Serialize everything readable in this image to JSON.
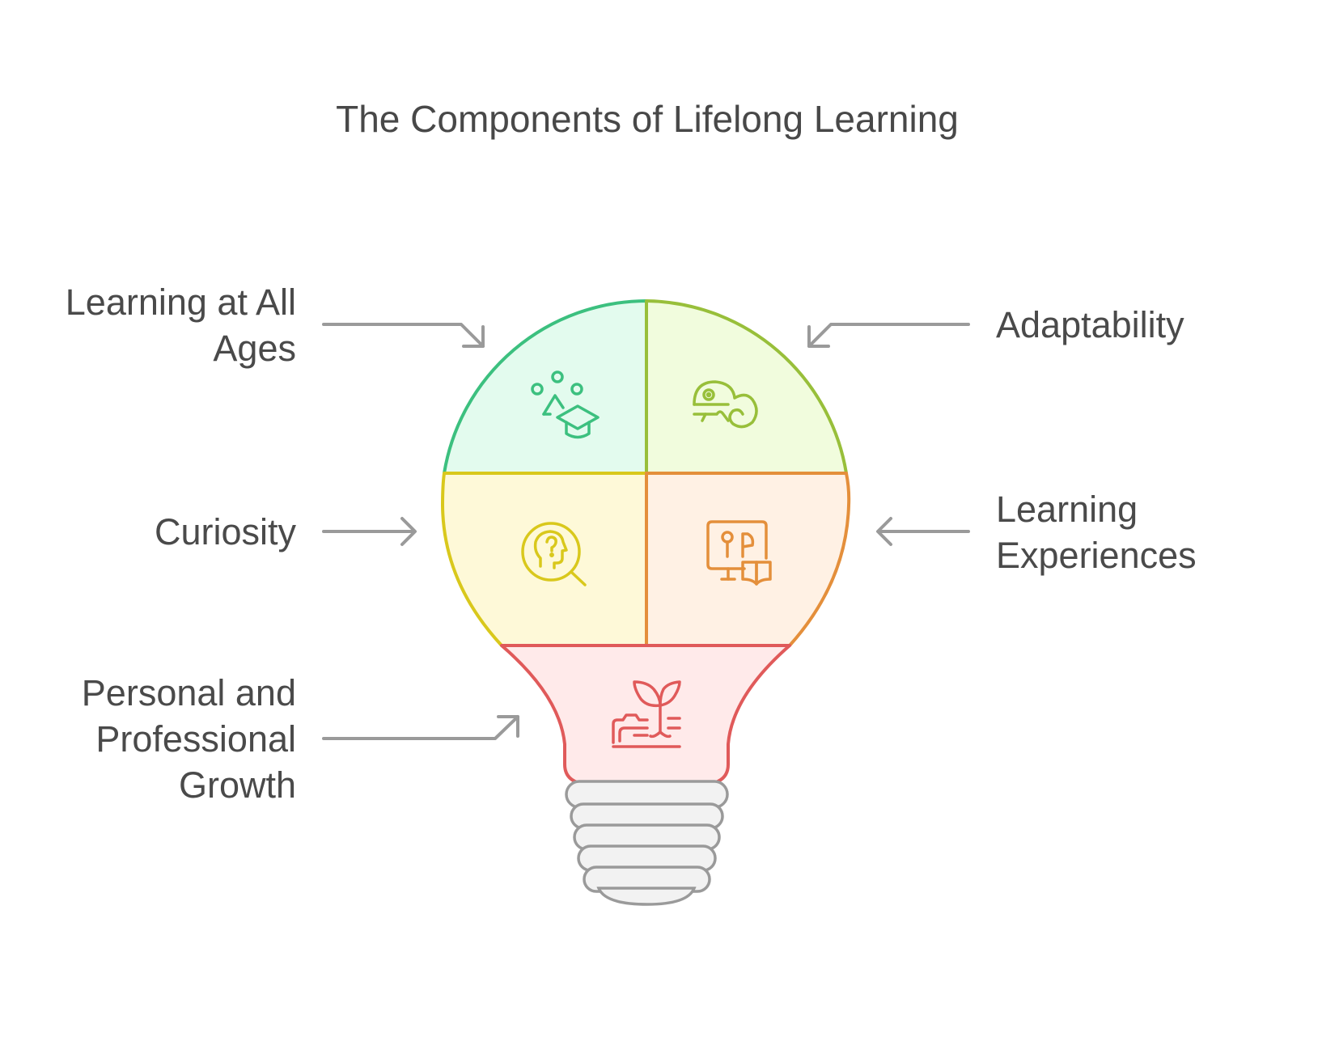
{
  "title": "The Components of Lifelong Learning",
  "segments": [
    {
      "id": "learning-at-all-ages",
      "label_lines": [
        "Learning at All",
        "Ages"
      ],
      "side": "left",
      "icon": "graduation-cap-icon",
      "fill": "#e3fbee",
      "stroke": "#3cc07f"
    },
    {
      "id": "adaptability",
      "label_lines": [
        "Adaptability"
      ],
      "side": "right",
      "icon": "chameleon-icon",
      "fill": "#f1fcdd",
      "stroke": "#98bf3a"
    },
    {
      "id": "curiosity",
      "label_lines": [
        "Curiosity"
      ],
      "side": "left",
      "icon": "head-question-magnifier-icon",
      "fill": "#fef9d8",
      "stroke": "#d9c81c"
    },
    {
      "id": "learning-experiences",
      "label_lines": [
        "Learning",
        "Experiences"
      ],
      "side": "right",
      "icon": "monitor-book-icon",
      "fill": "#fff1e4",
      "stroke": "#e48f3b"
    },
    {
      "id": "personal-professional-growth",
      "label_lines": [
        "Personal and",
        "Professional",
        "Growth"
      ],
      "side": "left",
      "icon": "sprout-growth-icon",
      "fill": "#ffeaea",
      "stroke": "#e05a5a"
    }
  ],
  "colors": {
    "arrow": "#9a9a9a",
    "bulb_base_fill": "#f2f2f2",
    "bulb_base_stroke": "#9a9a9a",
    "text": "#4a4a4a"
  }
}
